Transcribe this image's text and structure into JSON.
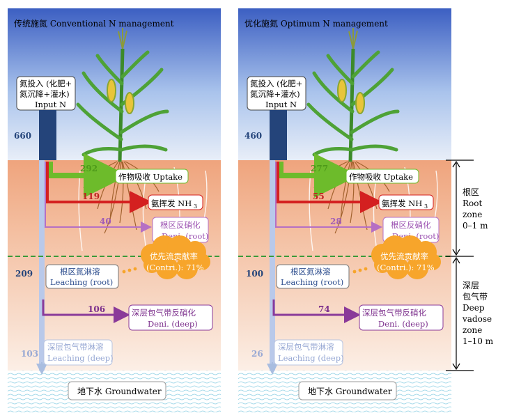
{
  "panels": [
    {
      "title": "传统施氮 Conventional N management",
      "input_label": [
        "氮投入 (化肥+",
        "氮沉降+灌水)",
        "Input N"
      ],
      "input_value": "660",
      "uptake_value": "292",
      "uptake_label": "作物吸收 Uptake",
      "volatil_value": "119",
      "volatil_label": "氨挥发 NH",
      "volatil_sub": "3",
      "deni_root_value": "40",
      "deni_root_label": [
        "根区反硝化",
        "Deni. (root)"
      ],
      "contri_label": [
        "优先流贡献率",
        "(Contri.): 71%"
      ],
      "leach_root_value": "209",
      "leach_root_label": [
        "根区氮淋溶",
        "Leaching (root)"
      ],
      "deni_deep_value": "106",
      "deni_deep_label": [
        "深层包气带反硝化",
        "Deni. (deep)"
      ],
      "leach_deep_value": "103",
      "leach_deep_label": [
        "深层包气带淋溶",
        "Leaching (deep)"
      ],
      "groundwater_label": "地下水 Groundwater"
    },
    {
      "title": "优化施氮 Optimum N management",
      "input_label": [
        "氮投入 (化肥+",
        "氮沉降+灌水)",
        "Input N"
      ],
      "input_value": "460",
      "uptake_value": "277",
      "uptake_label": "作物吸收 Uptake",
      "volatil_value": "55",
      "volatil_label": "氨挥发 NH",
      "volatil_sub": "3",
      "deni_root_value": "28",
      "deni_root_label": [
        "根区反硝化",
        "Deni. (root)"
      ],
      "contri_label": [
        "优先流贡献率",
        "(Contri.): 71%"
      ],
      "leach_root_value": "100",
      "leach_root_label": [
        "根区氮淋溶",
        "Leaching (root)"
      ],
      "deni_deep_value": "74",
      "deni_deep_label": [
        "深层包气带反硝化",
        "Deni. (deep)"
      ],
      "leach_deep_value": "26",
      "leach_deep_label": [
        "深层包气带淋溶",
        "Leaching (deep)"
      ],
      "groundwater_label": "地下水 Groundwater"
    }
  ],
  "zones": {
    "root": [
      "根区",
      "Root",
      "zone",
      "0–1 m"
    ],
    "deep": [
      "深层",
      "包气带",
      "Deep",
      "vadose",
      "zone",
      "1–10 m"
    ]
  },
  "colors": {
    "uptake": "#6dbb2b",
    "volatil": "#d42020",
    "deni_root": "#b56fc4",
    "deni_deep": "#8a3a99",
    "leach": "#2f4f8f",
    "input": "#24447a",
    "contri": "#f7a52b"
  }
}
